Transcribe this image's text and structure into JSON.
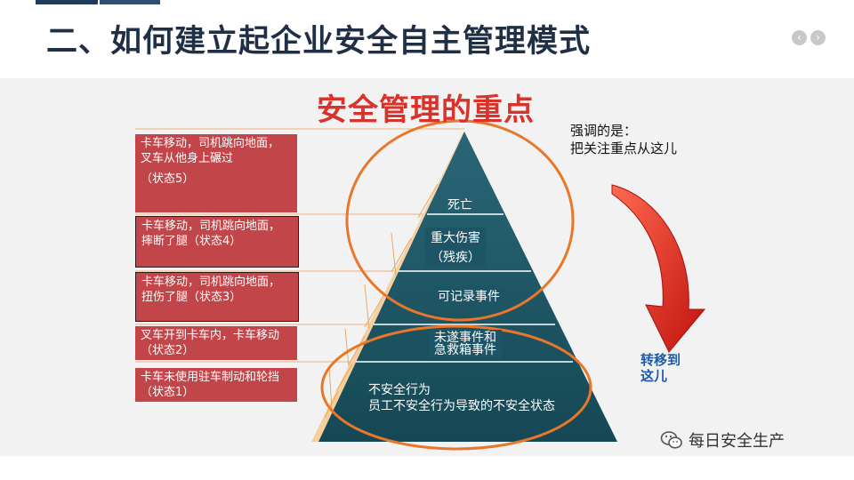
{
  "header": {
    "title": "二、如何建立起企业安全自主管理模式",
    "nav": {
      "prev_icon": "chevron-left-icon",
      "next_icon": "chevron-right-icon",
      "prev_symbol": "‹",
      "next_symbol": "›"
    }
  },
  "slide": {
    "heading": "安全管理的重点",
    "note": {
      "line1": "强调的是：",
      "line2": "把关注重点从这儿"
    },
    "move_label": {
      "line1": "转移到",
      "line2": "这儿"
    },
    "state_boxes": [
      {
        "line1": "卡车移动，司机跳向地面，",
        "line2": "叉车从他身上碾过",
        "line3": "（状态5）"
      },
      {
        "line1": "卡车移动，司机跳向地面，",
        "line2": "摔断了腿（状态4）"
      },
      {
        "line1": "卡车移动，司机跳向地面，",
        "line2": "扭伤了腿（状态3）"
      },
      {
        "line1": "叉车开到卡车内，卡车移动",
        "line2": "（状态2）"
      },
      {
        "line1": "卡车未使用驻车制动和轮挡",
        "line2": "（状态1）"
      }
    ],
    "pyramid": {
      "level1": "死亡",
      "level2a": "重大伤害",
      "level2b": "（残疾）",
      "level3": "可记录事件",
      "level4a": "未遂事件和",
      "level4b": "急救箱事件",
      "level5a": "不安全行为",
      "level5b": "员工不安全行为导致的不安全状态"
    }
  },
  "watermark": {
    "text": "每日安全生产",
    "icon": "wechat-icon"
  },
  "colors": {
    "title": "#1f2f45",
    "heading_red": "#d9322a",
    "box_red": "#c24549",
    "pyramid_teal": "#1d5566",
    "ellipse_orange": "#e8772a",
    "arrow_red": "#d6211b",
    "move_blue": "#1e5aa8"
  }
}
